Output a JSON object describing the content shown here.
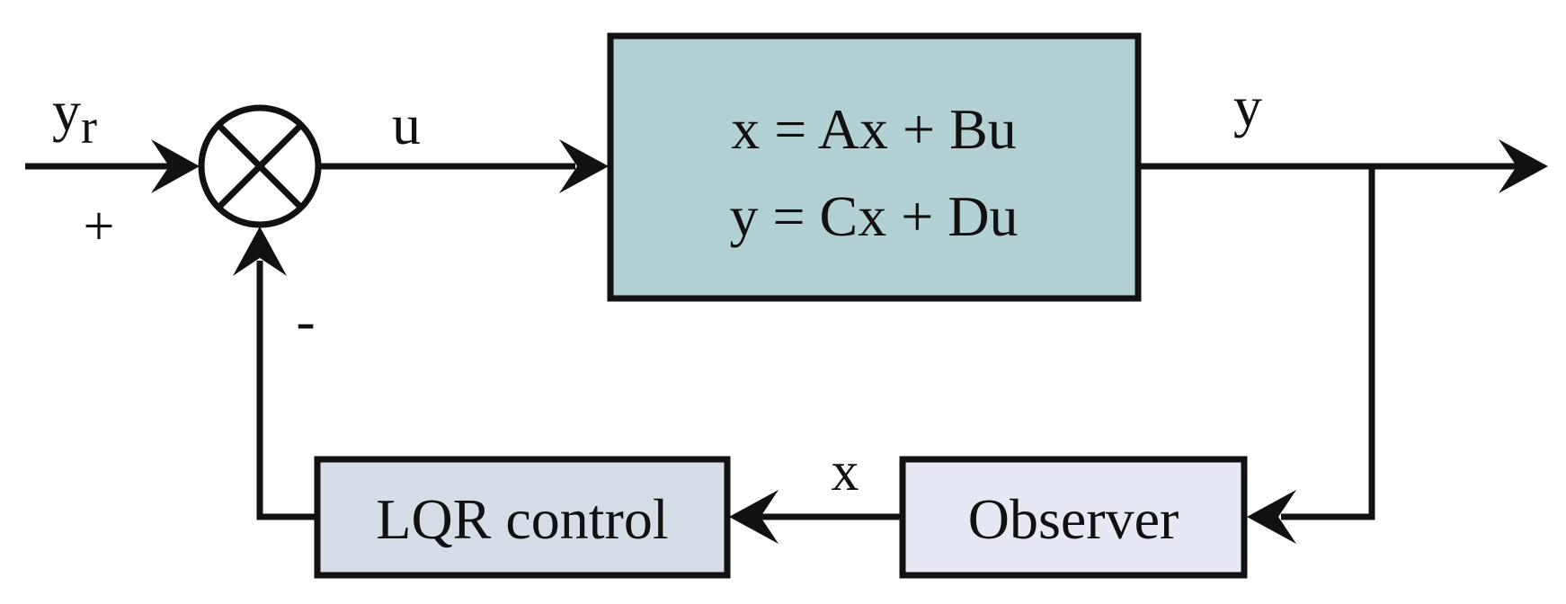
{
  "diagram": {
    "input_label_main": "y",
    "input_label_sub": "r",
    "plus_sign": "+",
    "minus_sign": "-",
    "control_label": "u",
    "output_label": "y",
    "state_label": "x",
    "plant": {
      "state_equation": "x = Ax + Bu",
      "output_equation": "y = Cx + Du"
    },
    "controller_label": "LQR control",
    "observer_label": "Observer"
  },
  "colors": {
    "plant_fill": "#b3d1d3",
    "controller_fill": "#d5dde6",
    "observer_fill": "#e6e9f3",
    "stroke": "#111111"
  }
}
